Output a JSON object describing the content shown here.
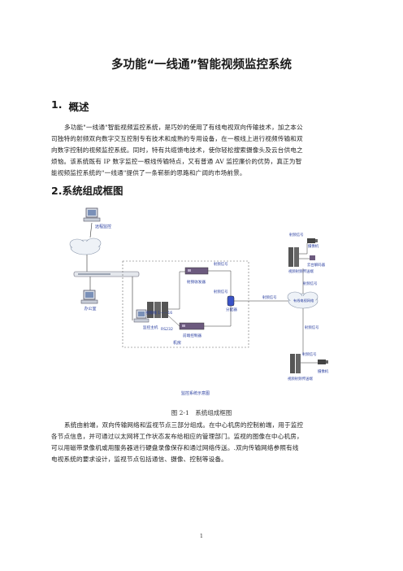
{
  "document": {
    "title": "多功能“一线通”智能视频监控系统",
    "section1": {
      "number": "1.",
      "heading": "概述",
      "lines": [
        "多功能\"一线通\"智能视频监控系统，是巧妙的使用了有线电视双向传输技术，加之本公",
        "司独特的射频双向数字交互控制专有技术和成熟的专用设备，在一根线上进行视频传输和双",
        "向数字控制的视频监控系统。同时，特有共缆馈电技术，使你轻松搜索摄像头及云台供电之",
        "烦恼。该系统既有 IP 数字监控一根线传输特点，又有普通 AV 监控廉价的优势，真正为智",
        "能视频监控系统的\"一线通\"提供了一条崭新的思路和广阔的市场前景。"
      ]
    },
    "section2": {
      "heading": "2.系统组成框图"
    },
    "diagram": {
      "labels": {
        "remote_monitor": "远程监控",
        "office": "办公室",
        "rf_transceiver": "射频收发器",
        "rf_signal": "射频信号",
        "video_cable": "视频线 1——16",
        "monitor_host": "监控主机",
        "front_end_control": "前端控制器",
        "splitter": "分配器",
        "room": "机房",
        "camera_top": "摄像机",
        "pan_tilt_decoder": "云台解码器",
        "video_sender_top": "视频射频传送端",
        "cable_network": "有线电视网络",
        "video_sender_bottom": "视频射频传送端",
        "camera_bottom": "摄像机",
        "rs232": "RS232",
        "diagram_caption": "监控系统示意图"
      }
    },
    "figure_caption": "图 2-1　系统组成框图",
    "paragraph2": {
      "lines": [
        "系统由前端，双向传输网络和监视节点三部分组成。在中心机房的控制前端，用于监控",
        "各节点信息，并可通过以太网将工作状态发布给相应的管理部门。监视的图像在中心机房，",
        "可以用磁带录像机或用服务器进行硬盘录像保存和通过网络传送。.双向传输网络参照有线",
        "电视系统的要求设计，监视节点包括通信、摄像、控制等设备。"
      ]
    },
    "page_number": "1"
  }
}
